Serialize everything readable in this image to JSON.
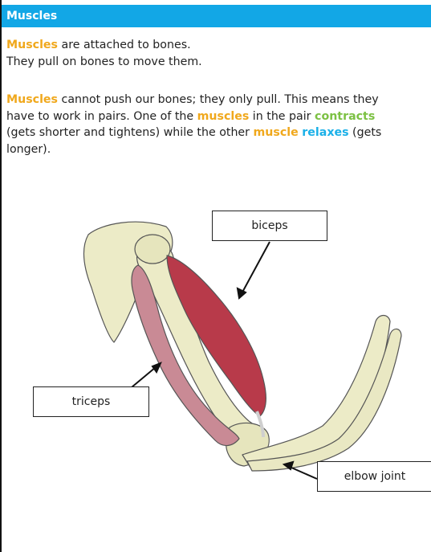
{
  "section": {
    "title": "Muscles"
  },
  "para1": {
    "line1": {
      "kw": "Muscles",
      "rest": " are attached to bones."
    },
    "line2": "They pull on bones to move them."
  },
  "para2": {
    "line1": {
      "kw": "Muscles",
      "rest": " cannot push our bones; they only pull. This means they"
    },
    "line2": {
      "a": "have to work in pairs. One of the ",
      "kw_muscles": "muscles",
      "b": " in the pair ",
      "kw_contracts": "contracts"
    },
    "line3": {
      "a": "(gets shorter and tightens) while the other ",
      "kw_muscle": "muscle",
      "space": " ",
      "kw_relaxes": "relaxes",
      "b": " (gets"
    },
    "line4": "longer)."
  },
  "diagram": {
    "labels": {
      "biceps": "biceps",
      "triceps": "triceps",
      "elbow": "elbow joint"
    }
  },
  "colors": {
    "header_bg": "#12a7e6",
    "keyword_orange": "#f0a81c",
    "keyword_green": "#7cc143",
    "keyword_blue": "#1ab0e8",
    "biceps_red": "#b83a4a",
    "triceps_pink": "#c98a95",
    "bone": "#ecebc7"
  }
}
